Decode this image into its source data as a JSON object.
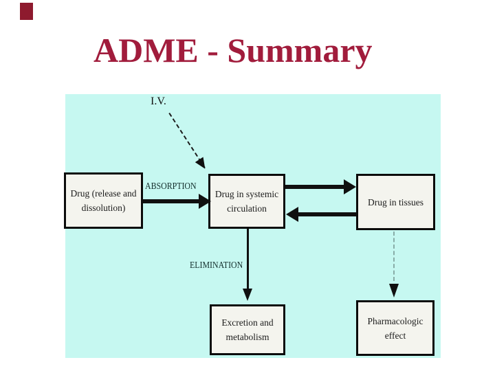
{
  "slide": {
    "title": "ADME - Summary"
  },
  "colors": {
    "title_text": "#A11C3C",
    "corner_accent": "#8E1A2E",
    "diagram_background": "#C6F8F1",
    "box_fill": "#F4F4EE",
    "box_border": "#0B0B0B"
  },
  "diagram": {
    "iv_label": "I.V.",
    "absorption_label": "ABSORPTION",
    "elimination_label": "ELIMINATION",
    "boxes": {
      "release": {
        "line1": "Drug (release and",
        "line2": "dissolution)"
      },
      "systemic": {
        "line1": "Drug in systemic",
        "line2": "circulation"
      },
      "tissues": {
        "line1": "Drug in tissues",
        "line2": ""
      },
      "excretion": {
        "line1": "Excretion and",
        "line2": "metabolism"
      },
      "pharmacologic": {
        "line1": "Pharmacologic",
        "line2": "effect"
      }
    }
  }
}
